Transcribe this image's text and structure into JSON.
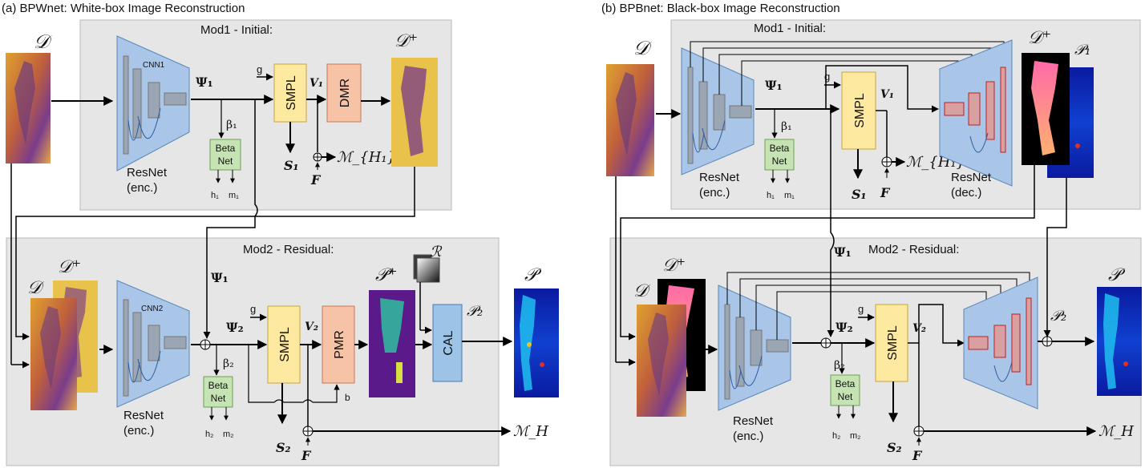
{
  "panel_a": {
    "caption": "(a) BPWnet: White-box Image Reconstruction",
    "mod1_title": "Mod1 - Initial:",
    "mod2_title": "Mod2 - Residual:",
    "input_d": "𝒟",
    "d_plus": "𝒟⁺",
    "cnn1": "CNN1",
    "cnn2": "CNN2",
    "resnet": "ResNet",
    "enc": "(enc.)",
    "psi1": "Ψ₁",
    "psi2": "Ψ₂",
    "psi1_mod2": "Ψ₁",
    "g1": "g",
    "g2": "g",
    "smpl": "SMPL",
    "dmr": "DMR",
    "pmr": "PMR",
    "cal": "CAL",
    "beta1": "β₁",
    "beta2": "β₂",
    "beta_net_1": "Beta",
    "beta_net_2": "Net",
    "h1": "h₁",
    "m1": "m₁",
    "h2": "h₂",
    "m2": "m₂",
    "v1": "V₁",
    "v2": "V₂",
    "s1": "S₁",
    "s2": "S₂",
    "f": "F",
    "mh1": "ℳ_{H₁}",
    "mh": "ℳ_H",
    "p_plus": "𝒫⁺",
    "r": "ℛ",
    "p2": "𝒫₂",
    "p_hat": "𝒫",
    "b": "b"
  },
  "panel_b": {
    "caption": "(b) BPBnet: Black-box Image Reconstruction",
    "mod1_title": "Mod1 - Initial:",
    "mod2_title": "Mod2 - Residual:",
    "input_d": "𝒟",
    "d_plus": "𝒟⁺",
    "p1": "𝒫₁",
    "resnet": "ResNet",
    "enc": "(enc.)",
    "dec": "(dec.)",
    "psi1": "Ψ₁",
    "psi2": "Ψ₂",
    "psi1_mod2": "Ψ₁",
    "g1": "g",
    "g2": "g",
    "smpl": "SMPL",
    "beta1": "β₁",
    "beta2": "β₂",
    "beta_net_1": "Beta",
    "beta_net_2": "Net",
    "h1": "h₁",
    "m1": "m₁",
    "h2": "h₂",
    "m2": "m₂",
    "v1": "V₁",
    "v2": "V₂",
    "s1": "S₁",
    "s2": "S₂",
    "f": "F",
    "mh1": "ℳ_{H₁}",
    "mh": "ℳ_H",
    "p2": "𝒫₂",
    "p_hat": "𝒫"
  },
  "colors": {
    "module_bg": "#e6e6e6",
    "encoder_blue": "#a9c6e8",
    "smpl_yellow": "#fde9a0",
    "dmr_salmon": "#f7c3a6",
    "beta_green": "#c6e3b4",
    "cal_blue": "#9dc3e6"
  }
}
